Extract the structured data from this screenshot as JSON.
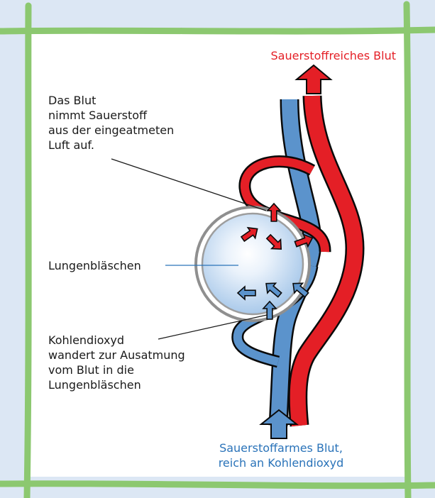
{
  "labels": {
    "oxygen_rich": "Sauerstoffreiches Blut",
    "blood_takes_oxygen": [
      "Das Blut",
      "nimmt Sauerstoff",
      "aus der eingeatmeten",
      "Luft auf."
    ],
    "alveolus": "Lungenbläschen",
    "co2_migrates": [
      "Kohlendioxyd",
      "wandert zur Ausatmung",
      "vom Blut in die",
      "Lungenbläschen"
    ],
    "oxygen_poor": [
      "Sauerstoffarmes Blut,",
      "reich an Kohlendioxyd"
    ]
  },
  "colors": {
    "background": "#dce7f4",
    "panel": "#ffffff",
    "frame": "#8cc870",
    "oxygen_rich": "#e41f26",
    "oxygen_poor": "#5b93cc",
    "outline": "#0a0a0a",
    "alveolus_fill": "#a9c9ea",
    "alveolus_ring": "#9d9d9d"
  },
  "icons": {
    "oxygen_arrow": "red-arrow-icon",
    "co2_arrow": "blue-arrow-icon",
    "flow_arrow": "flow-arrow-icon"
  }
}
